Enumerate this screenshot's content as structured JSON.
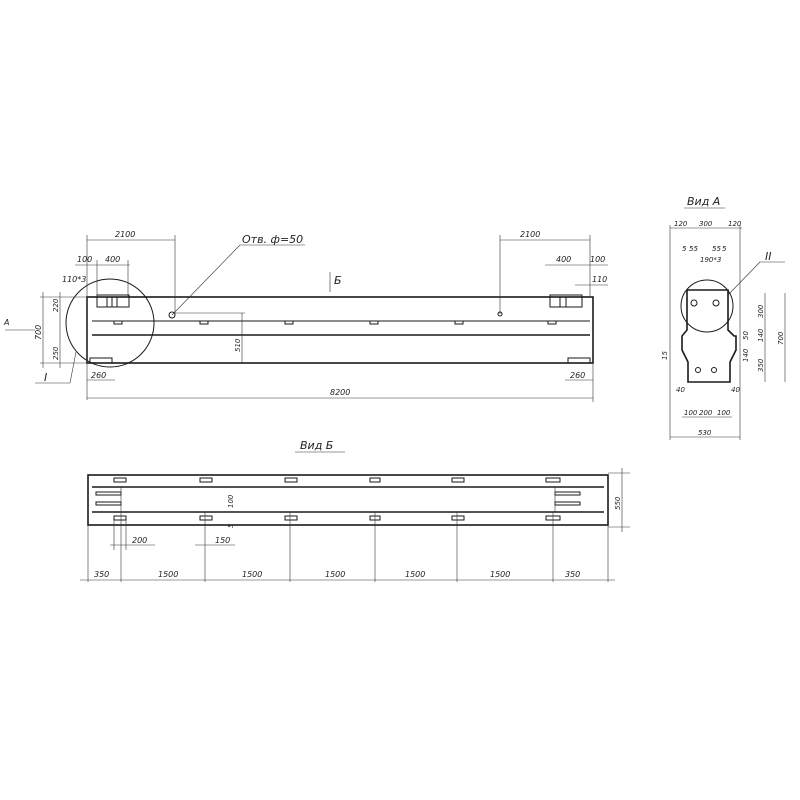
{
  "front_view": {
    "dims": {
      "left_2100": "2100",
      "hole_note": "Отв. ф=50",
      "left_100": "100",
      "left_400": "400",
      "left_110x3": "110*3",
      "left_220": "220",
      "height_700": "700",
      "left_250": "250",
      "callout_1": "I",
      "left_260": "260",
      "length_8200": "8200",
      "mid_510": "510",
      "view_b_arrow": "Б",
      "view_a_arrow": "А",
      "right_2100": "2100",
      "right_400": "400",
      "right_100": "100",
      "right_110": "110",
      "right_260": "260"
    }
  },
  "view_a": {
    "title": "Вид А",
    "dims": {
      "top_120_l": "120",
      "top_300": "300",
      "top_120_r": "120",
      "s5_l": "5",
      "s55_l": "55",
      "s55_r": "55",
      "s5_r": "5",
      "s190x3": "190*3",
      "callout_2": "II",
      "r_300": "300",
      "r_140a": "140",
      "r_700": "700",
      "r_140b": "140",
      "r_350": "350",
      "r_50": "50",
      "l_15": "15",
      "b_40_l": "40",
      "b_40_r": "40",
      "b_100_l": "100",
      "b_200": "200",
      "b_100_r": "100",
      "b_530": "530"
    }
  },
  "view_b": {
    "title": "Вид Б",
    "dims": {
      "slot_100": "100",
      "slot_5": "5",
      "w_200": "200",
      "w_150": "150",
      "height_550": "550",
      "s_350_l": "350",
      "s_1500_1": "1500",
      "s_1500_2": "1500",
      "s_1500_3": "1500",
      "s_1500_4": "1500",
      "s_1500_5": "1500",
      "s_350_r": "350"
    }
  }
}
